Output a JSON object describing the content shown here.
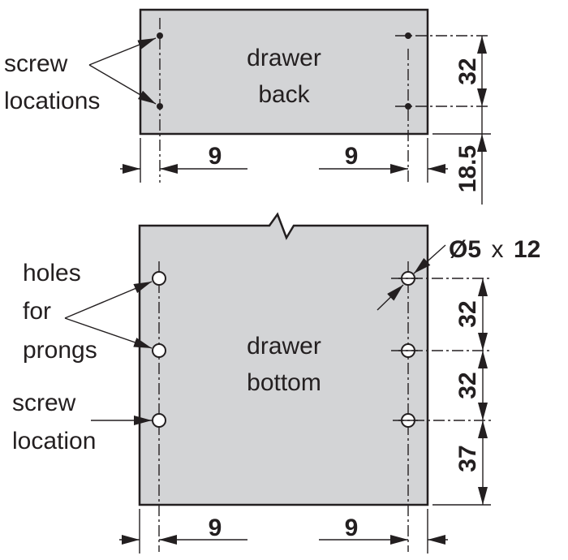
{
  "top_panel": {
    "title_line1": "drawer",
    "title_line2": "back"
  },
  "bottom_panel": {
    "title_line1": "drawer",
    "title_line2": "bottom"
  },
  "labels": {
    "screw_locations": [
      "screw",
      "locations"
    ],
    "holes_for_prongs": [
      "holes",
      "for",
      "prongs"
    ],
    "screw_location": [
      "screw",
      "location"
    ]
  },
  "dimensions": {
    "top_left_offset": "9",
    "top_right_offset": "9",
    "top_screw_spacing": "32",
    "top_bottom_offset": "18.5",
    "bottom_left_offset": "9",
    "bottom_right_offset": "9",
    "hole_spacing_1": "32",
    "hole_spacing_2": "32",
    "hole_bottom_offset": "37",
    "hole_size_diameter": "Ø5",
    "hole_size_x": "x",
    "hole_size_depth": "12"
  }
}
